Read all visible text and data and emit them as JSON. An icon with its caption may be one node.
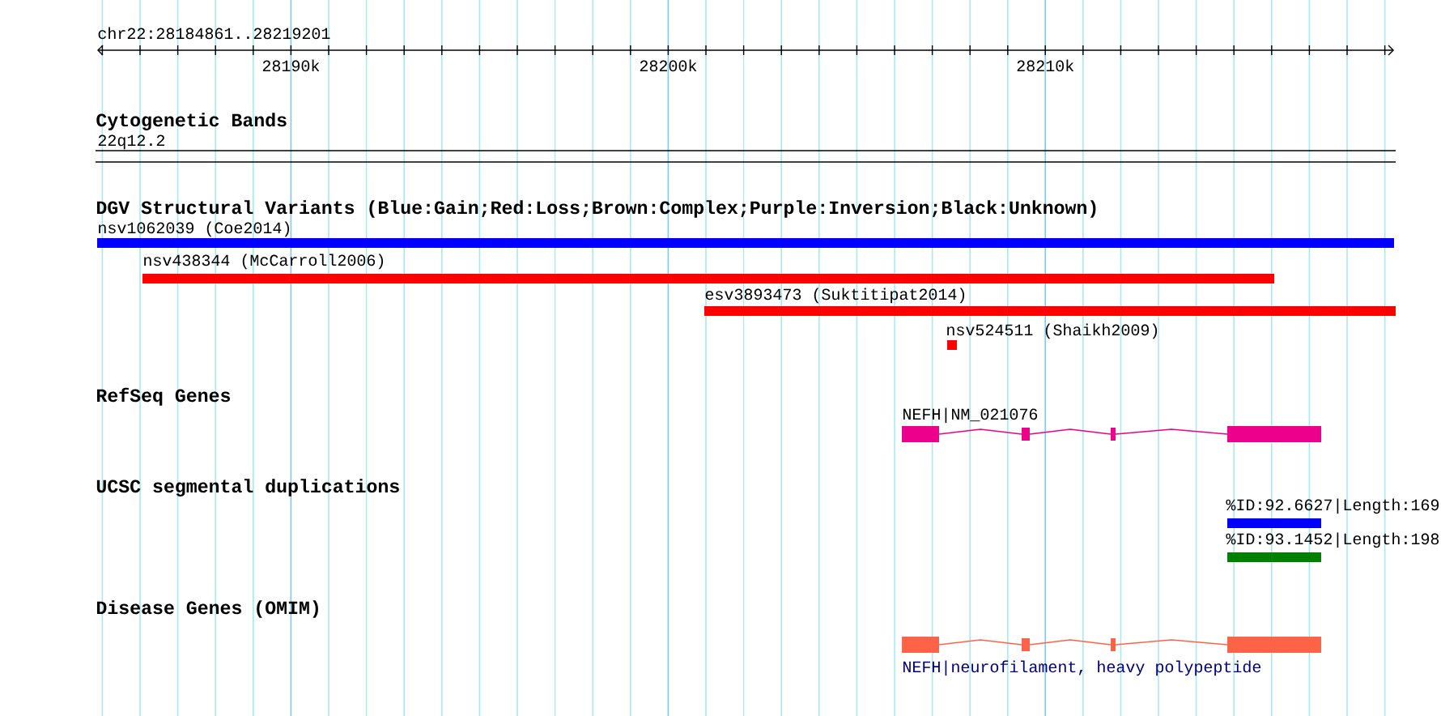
{
  "diagram": {
    "nodes": [
      {
        "text": [
          "nsv1062039 (Coe2014)"
        ]
      },
      {
        "text": [
          "nsv438344 (McCarroll2006)"
        ]
      },
      {
        "text": [
          "esv3893473 (Suktitipat2014)"
        ]
      },
      {
        "text": [
          "nsv524511 (Shaikh2009)"
        ]
      },
      {
        "text": [
          "NEFH|NM_021076"
        ]
      },
      {
        "text": [
          "%ID:92.6627|Length:169"
        ]
      },
      {
        "text": [
          "%ID:93.1452|Length:198"
        ]
      },
      {
        "text": [
          "NEFH|neurofilament, heavy polypeptide"
        ]
      }
    ],
    "labels": [
      "chr22:28184861..28219201",
      "28190k",
      "28200k",
      "28210k",
      "Cytogenetic Bands",
      "22q12.2",
      "DGV Structural Variants (Blue:Gain;Red:Loss;Brown:Complex;Purple:Inversion;Black:Unknown)",
      "RefSeq Genes",
      "UCSC segmental duplications",
      "Disease Genes (OMIM)"
    ]
  }
}
